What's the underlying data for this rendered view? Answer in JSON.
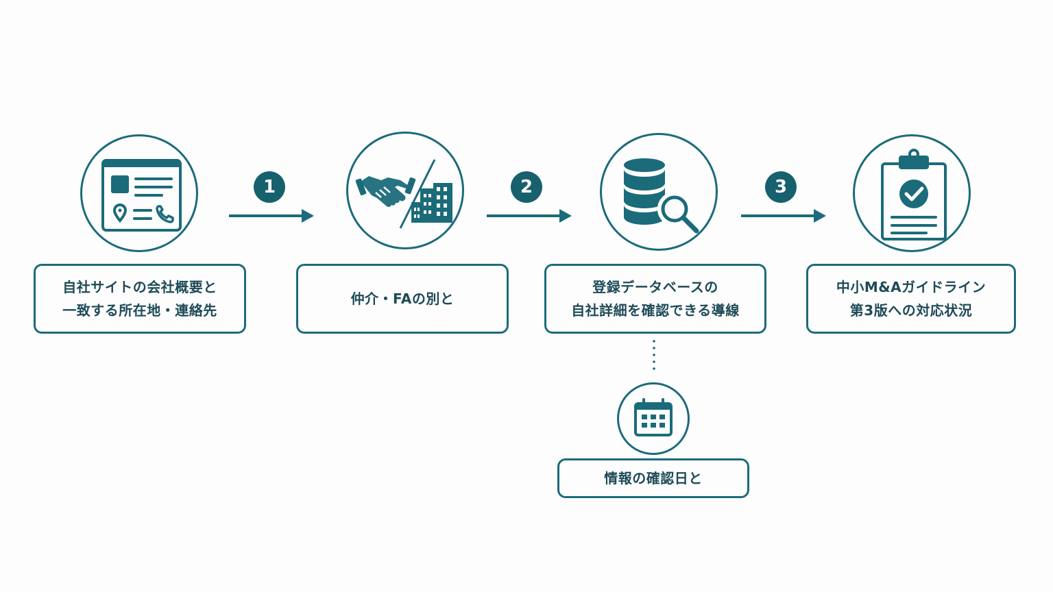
{
  "colors": {
    "primary": "#1b6b7a",
    "badge": "#17606e",
    "text": "#1e4a57",
    "background": "#fdfdfd"
  },
  "steps": [
    {
      "icon": "company-profile-card-icon",
      "label": "自社サイトの会社概要と\n一致する所在地・連絡先"
    },
    {
      "icon": "handshake-and-building-icon",
      "label": "仲介・FAの別と"
    },
    {
      "icon": "database-search-icon",
      "label": "登録データベースの\n自社詳細を確認できる導線"
    },
    {
      "icon": "checklist-clipboard-icon",
      "label": "中小M&Aガイドライン\n第3版への対応状況"
    }
  ],
  "connectors": [
    {
      "number": "1"
    },
    {
      "number": "2"
    },
    {
      "number": "3"
    }
  ],
  "branch": {
    "icon": "calendar-icon",
    "label": "情報の確認日と"
  }
}
